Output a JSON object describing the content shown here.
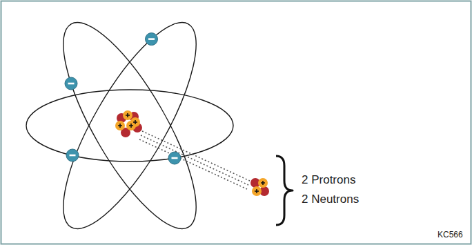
{
  "diagram": {
    "labels": [
      "2 Protrons",
      "2 Neutrons",
      "KC566"
    ]
  }
}
